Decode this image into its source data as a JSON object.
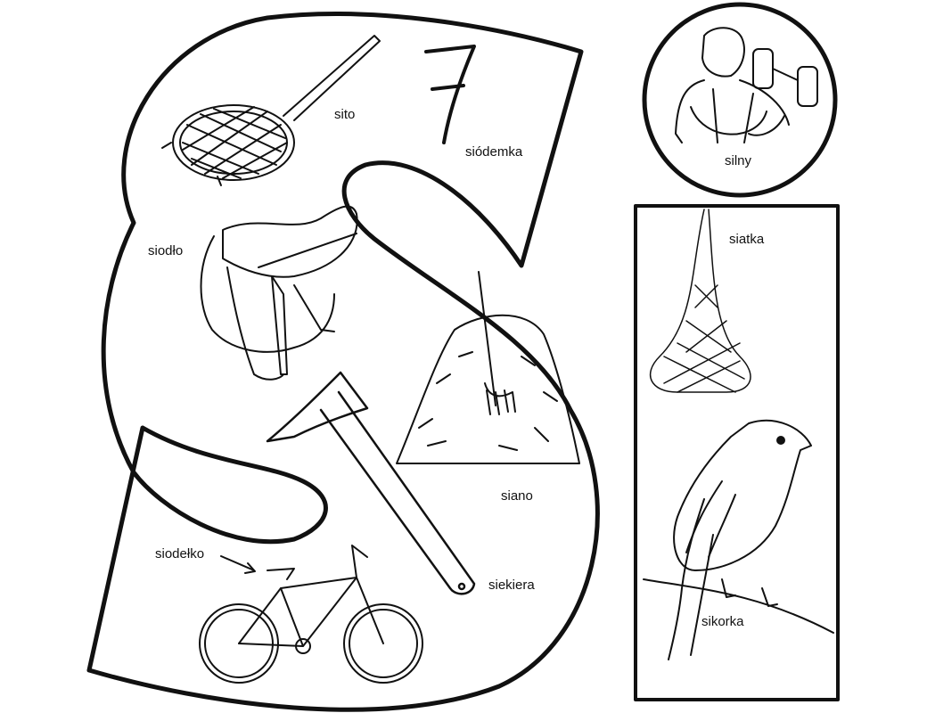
{
  "letter": "S",
  "number": "7",
  "labels": {
    "sito": "sito",
    "siodemka": "siódemka",
    "silny": "silny",
    "siodlo": "siodło",
    "siatka": "siatka",
    "siano": "siano",
    "siekiera": "siekiera",
    "siodelko": "siodełko",
    "sikorka": "sikorka"
  },
  "illustrations": {
    "sito": "sieve-icon",
    "silny": "strongman-icon",
    "siodlo": "saddle-icon",
    "siatka": "string-bag-icon",
    "siano": "haystack-icon",
    "siekiera": "axe-icon",
    "siodelko": "bicycle-icon",
    "sikorka": "titmouse-bird-icon"
  },
  "colors": {
    "ink": "#111111",
    "paper": "#ffffff"
  }
}
